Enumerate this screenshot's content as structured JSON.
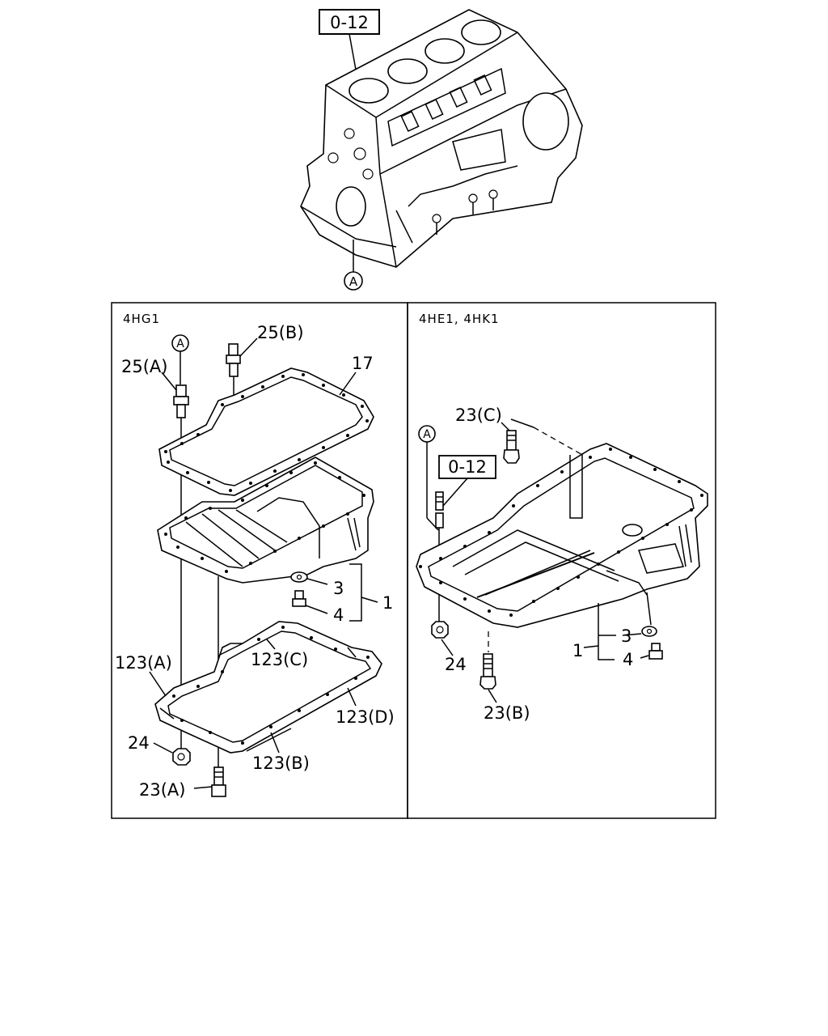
{
  "top": {
    "ref_box": "0-12",
    "marker": "A"
  },
  "left_panel": {
    "title": "4HG1",
    "marker": "A",
    "labels": {
      "p25a": "25(A)",
      "p25b": "25(B)",
      "p17": "17",
      "p3": "3",
      "p4": "4",
      "p1": "1",
      "p123a": "123(A)",
      "p123c": "123(C)",
      "p123d": "123(D)",
      "p123b": "123(B)",
      "p24": "24",
      "p23a": "23(A)"
    }
  },
  "right_panel": {
    "title": "4HE1, 4HK1",
    "marker": "A",
    "ref_box": "0-12",
    "labels": {
      "p23c": "23(C)",
      "p24": "24",
      "p23b": "23(B)",
      "p1": "1",
      "p3": "3",
      "p4": "4"
    }
  }
}
